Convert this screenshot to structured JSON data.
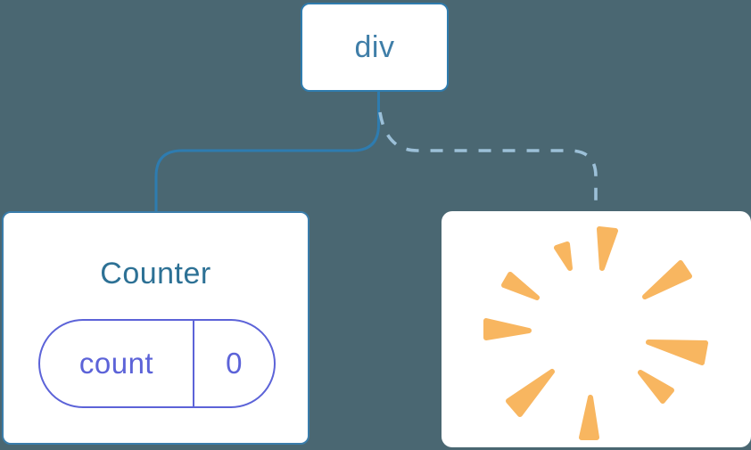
{
  "diagram": {
    "description": "React component tree: div root keeps Counter child, second child removed (poof)",
    "background_color": "#4a6772",
    "card_background": "#ffffff",
    "accent_colors": {
      "node_border_blue": "#2f7cae",
      "root_label_blue": "#3f7ea8",
      "component_title_blue": "#2d7195",
      "state_purple": "#5c63d8",
      "poof_orange": "#f8b660",
      "edge_solid_blue": "#2e7cb0",
      "edge_dashed_light_blue": "#9cc0d8"
    },
    "root": {
      "label": "div"
    },
    "counter": {
      "title": "Counter",
      "state_key": "count",
      "state_value": "0"
    },
    "removed": {
      "icon": "poof-starburst"
    },
    "edges": [
      {
        "from": "div",
        "to": "Counter",
        "style": "solid"
      },
      {
        "from": "div",
        "to": "removed-node",
        "style": "dashed"
      }
    ]
  }
}
